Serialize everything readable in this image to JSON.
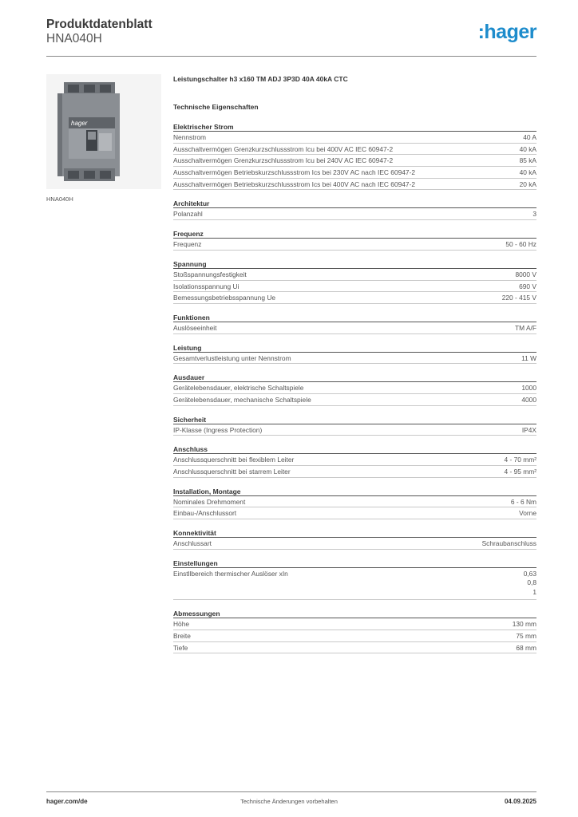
{
  "header": {
    "title": "Produktdatenblatt",
    "subtitle": "HNA040H",
    "logo": "hager",
    "logo_color": "#1d8ccc"
  },
  "image": {
    "caption": "HNA040H",
    "brand_text": "hager"
  },
  "product_title": "Leistungschalter h3 x160 TM ADJ 3P3D  40A 40kA CTC",
  "tech_title": "Technische Eigenschaften",
  "sections": [
    {
      "title": "Elektrischer Strom",
      "rows": [
        {
          "label": "Nennstrom",
          "value": "40 A"
        },
        {
          "label": "Ausschaltvermögen Grenzkurzschlussstrom Icu bei 400V AC IEC 60947-2",
          "value": "40 kA"
        },
        {
          "label": "Ausschaltvermögen Grenzkurzschlussstrom Icu bei 240V AC IEC 60947-2",
          "value": "85 kA"
        },
        {
          "label": "Ausschaltvermögen Betriebskurzschlussstrom Ics bei 230V AC nach IEC 60947-2",
          "value": "40 kA"
        },
        {
          "label": "Ausschaltvermögen Betriebskurzschlussstrom Ics bei 400V AC nach IEC 60947-2",
          "value": "20 kA"
        }
      ]
    },
    {
      "title": "Architektur",
      "rows": [
        {
          "label": "Polanzahl",
          "value": "3"
        }
      ]
    },
    {
      "title": "Frequenz",
      "rows": [
        {
          "label": "Frequenz",
          "value": "50 - 60 Hz"
        }
      ]
    },
    {
      "title": "Spannung",
      "rows": [
        {
          "label": "Stoßspannungsfestigkeit",
          "value": "8000 V"
        },
        {
          "label": "Isolationsspannung Ui",
          "value": "690 V"
        },
        {
          "label": "Bemessungsbetriebsspannung Ue",
          "value": "220 - 415 V"
        }
      ]
    },
    {
      "title": "Funktionen",
      "rows": [
        {
          "label": "Auslöseeinheit",
          "value": "TM A/F"
        }
      ]
    },
    {
      "title": "Leistung",
      "rows": [
        {
          "label": "Gesamtverlustleistung unter Nennstrom",
          "value": "11 W"
        }
      ]
    },
    {
      "title": "Ausdauer",
      "rows": [
        {
          "label": "Gerätelebensdauer, elektrische Schaltspiele",
          "value": "1000"
        },
        {
          "label": "Gerätelebensdauer, mechanische Schaltspiele",
          "value": "4000"
        }
      ]
    },
    {
      "title": "Sicherheit",
      "rows": [
        {
          "label": "IP-Klasse (Ingress Protection)",
          "value": "IP4X"
        }
      ]
    },
    {
      "title": "Anschluss",
      "rows": [
        {
          "label": "Anschlussquerschnitt bei flexiblem Leiter",
          "value": "4 - 70 mm²"
        },
        {
          "label": "Anschlussquerschnitt bei starrem Leiter",
          "value": "4 - 95 mm²"
        }
      ]
    },
    {
      "title": "Installation, Montage",
      "rows": [
        {
          "label": "Nominales Drehmoment",
          "value": "6 - 6 Nm"
        },
        {
          "label": "Einbau-/Anschlussort",
          "value": "Vorne"
        }
      ]
    },
    {
      "title": "Konnektivität",
      "rows": [
        {
          "label": "Anschlussart",
          "value": "Schraubanschluss"
        }
      ]
    },
    {
      "title": "Einstellungen",
      "rows": [
        {
          "label": "Einstllbereich thermischer Auslöser xIn",
          "values": [
            "0,63",
            "0,8",
            "1"
          ]
        }
      ]
    },
    {
      "title": "Abmessungen",
      "rows": [
        {
          "label": "Höhe",
          "value": "130 mm"
        },
        {
          "label": "Breite",
          "value": "75 mm"
        },
        {
          "label": "Tiefe",
          "value": "68 mm"
        }
      ]
    }
  ],
  "footer": {
    "left": "hager.com/de",
    "center": "Technische Änderungen vorbehalten",
    "right": "04.09.2025"
  }
}
